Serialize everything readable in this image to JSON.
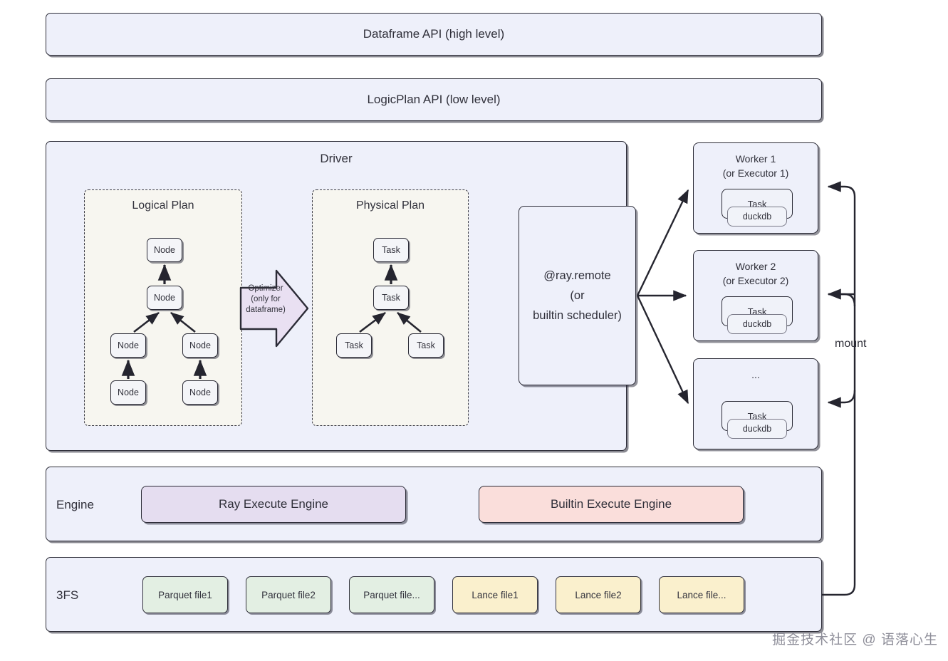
{
  "api_layers": [
    {
      "label": "Dataframe API (high level)"
    },
    {
      "label": "LogicPlan API (low level)"
    }
  ],
  "driver": {
    "title": "Driver",
    "logical_plan": {
      "title": "Logical Plan",
      "nodes": [
        {
          "label": "Node"
        },
        {
          "label": "Node"
        },
        {
          "label": "Node"
        },
        {
          "label": "Node"
        },
        {
          "label": "Node"
        },
        {
          "label": "Node"
        }
      ]
    },
    "optimizer": {
      "label": "Optimizer\n(only for\ndataframe)"
    },
    "physical_plan": {
      "title": "Physical Plan",
      "tasks": [
        {
          "label": "Task"
        },
        {
          "label": "Task"
        },
        {
          "label": "Task"
        },
        {
          "label": "Task"
        }
      ]
    }
  },
  "scheduler": {
    "label": "@ray.remote\n(or\nbuiltin scheduler)"
  },
  "workers": [
    {
      "title": "Worker 1\n(or Executor 1)",
      "task_label": "Task",
      "engine_label": "duckdb"
    },
    {
      "title": "Worker 2\n(or Executor 2)",
      "task_label": "Task",
      "engine_label": "duckdb"
    },
    {
      "title": "...",
      "task_label": "Task",
      "engine_label": "duckdb"
    }
  ],
  "mount": {
    "label": "mount"
  },
  "engine_row": {
    "label": "Engine",
    "chips": [
      {
        "label": "Ray Execute Engine",
        "color": "#e5ddf0"
      },
      {
        "label": "Builtin Execute Engine",
        "color": "#fadedb"
      }
    ]
  },
  "storage_row": {
    "label": "3FS",
    "files": [
      {
        "label": "Parquet file1",
        "color": "#e3efe3"
      },
      {
        "label": "Parquet file2",
        "color": "#e3efe3"
      },
      {
        "label": "Parquet file...",
        "color": "#e3efe3"
      },
      {
        "label": "Lance file1",
        "color": "#faf0cd"
      },
      {
        "label": "Lance file2",
        "color": "#faf0cd"
      },
      {
        "label": "Lance file...",
        "color": "#faf0cd"
      }
    ]
  },
  "watermark": {
    "text": "掘金技术社区 @ 语落心生"
  },
  "colors": {
    "band_fill": "#eef0fa",
    "plan_fill": "#f7f6f0",
    "node_fill": "#f4f5f8",
    "optimizer_fill": "#e9e0f2",
    "stroke": "#2b2b36"
  }
}
